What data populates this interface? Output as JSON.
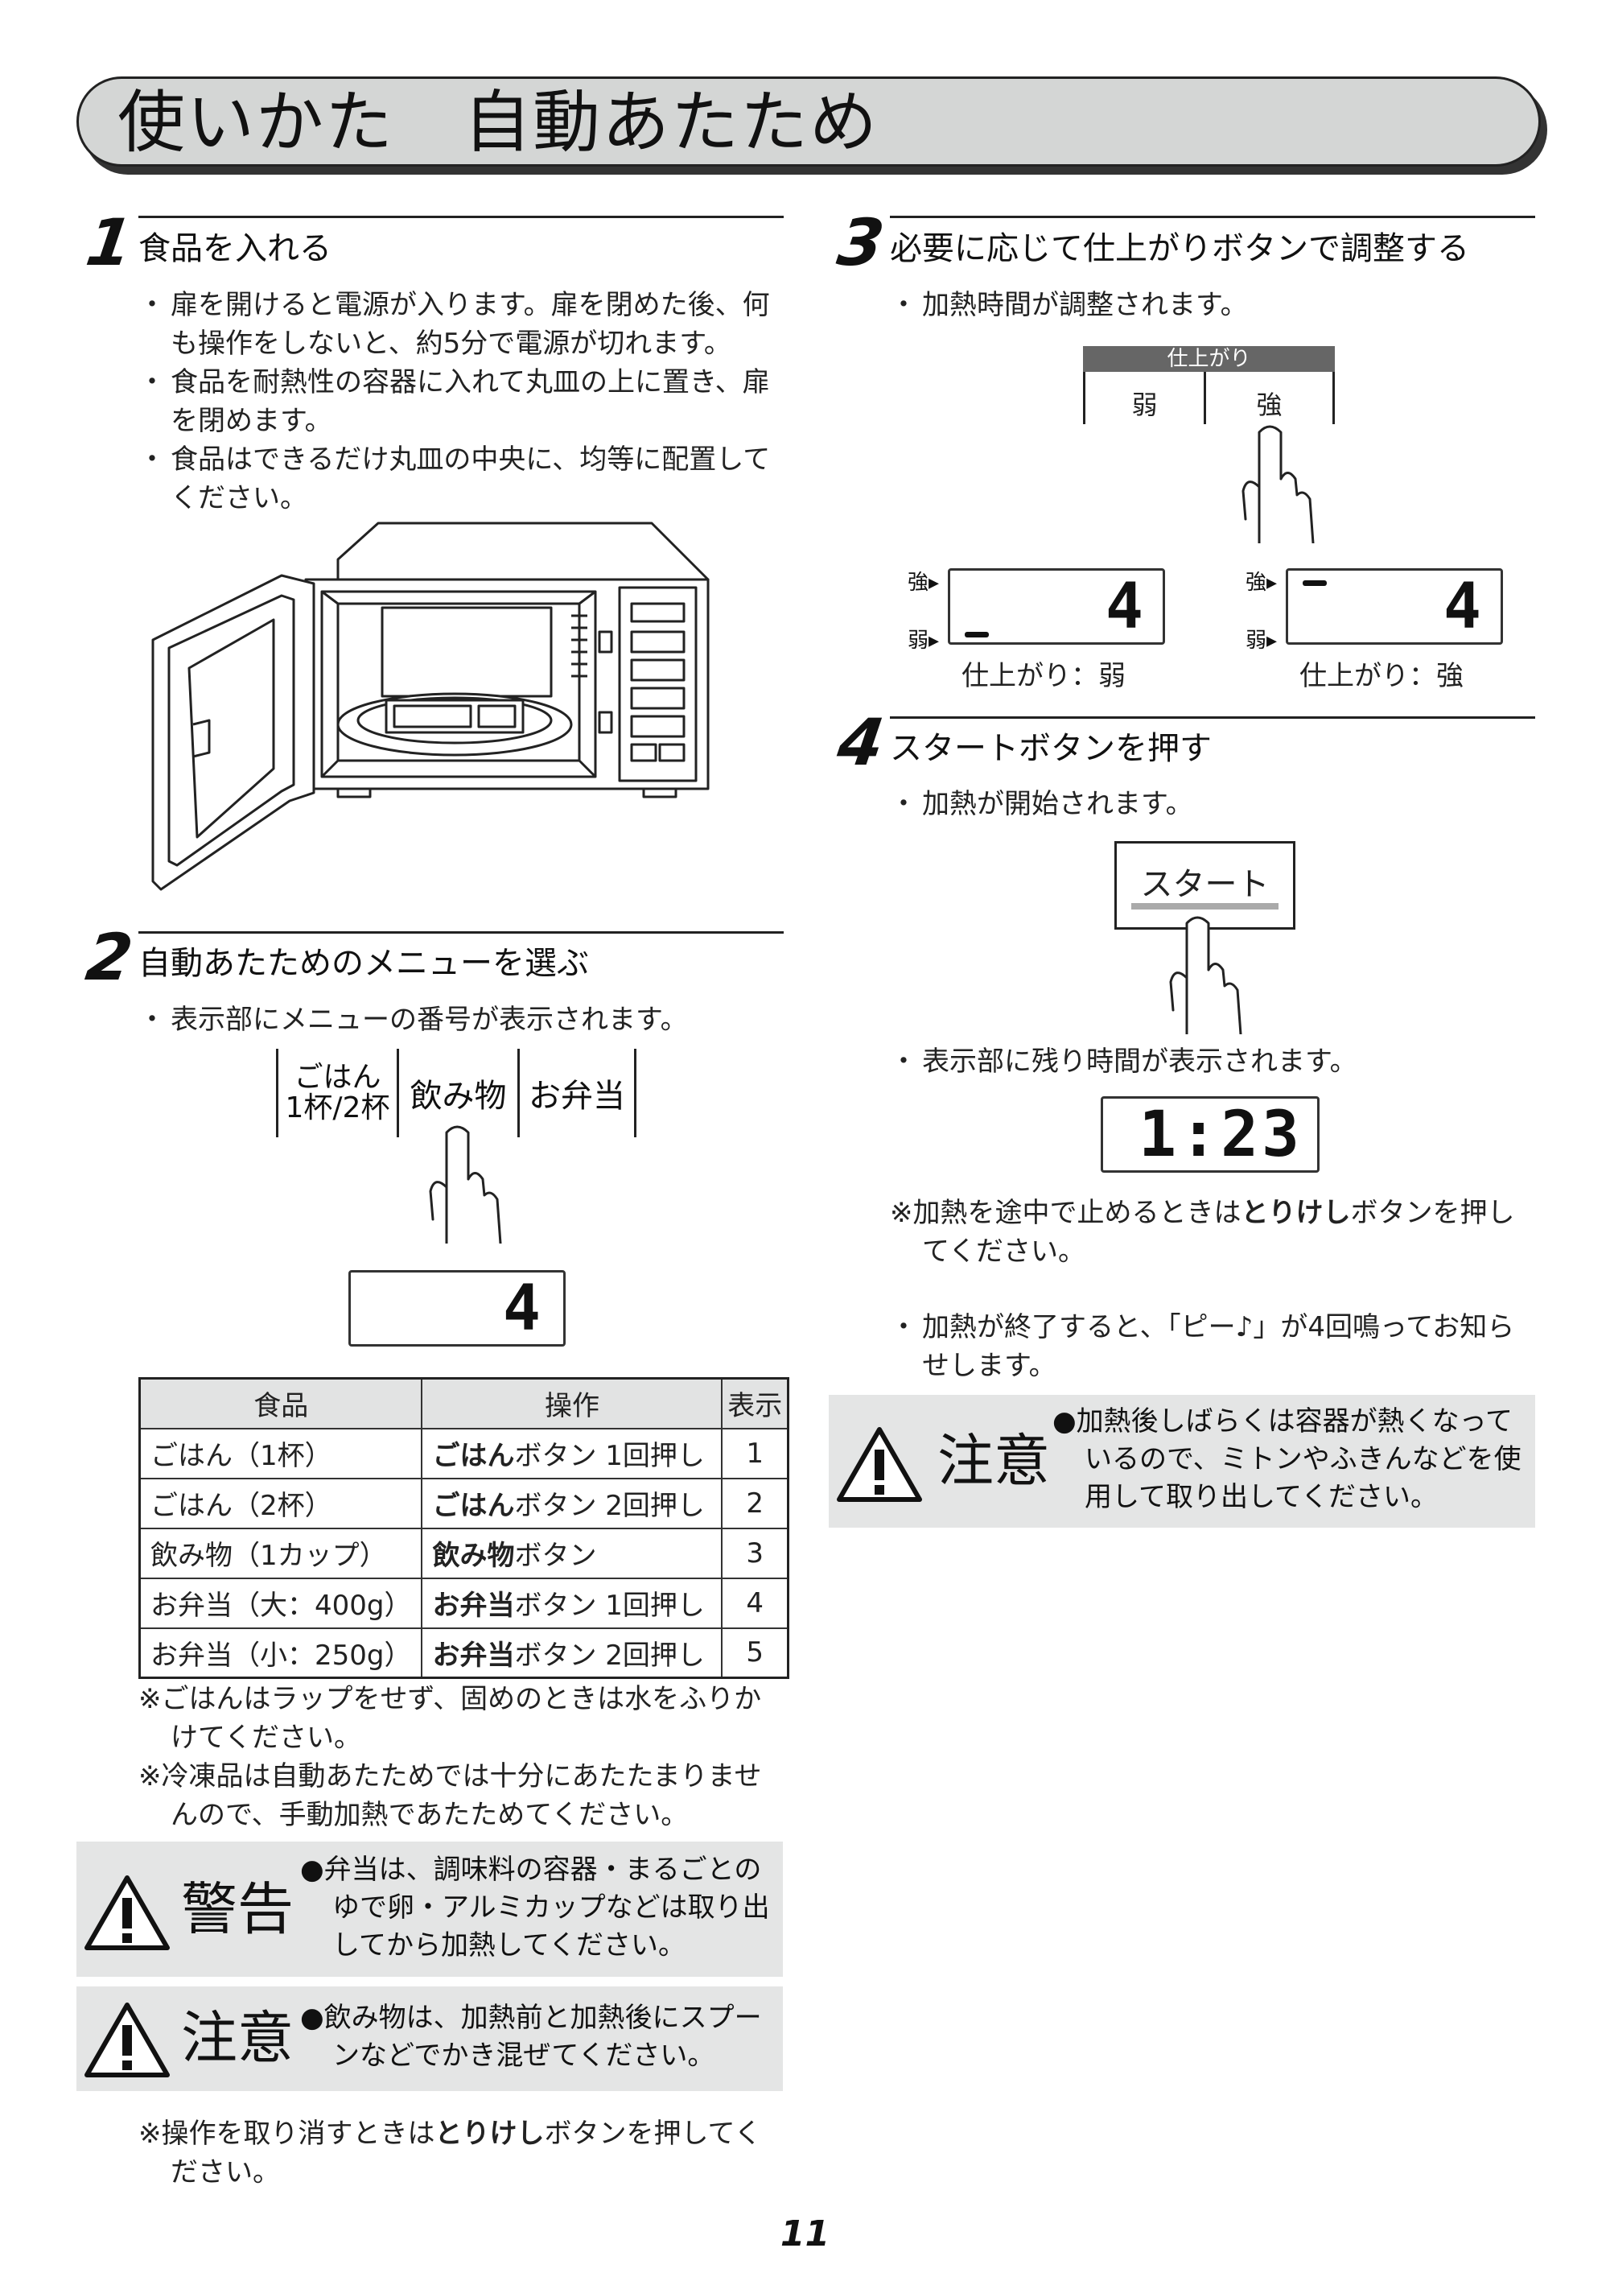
{
  "header": {
    "title": "使いかた　自動あたため"
  },
  "step1": {
    "number": "1",
    "title": "食品を入れる",
    "bullets": [
      [
        "扉を開けると電源が入ります。扉を閉めた後、何",
        "も操作をしないと、約5分で電源が切れます。"
      ],
      [
        "食品を耐熱性の容器に入れて丸皿の上に置き、扉",
        "を閉めます。"
      ],
      [
        "食品はできるだけ丸皿の中央に、均等に配置して",
        "ください。"
      ]
    ]
  },
  "step2": {
    "number": "2",
    "title": "自動あたためのメニューを選ぶ",
    "bullet": "表示部にメニューの番号が表示されます。",
    "buttons": {
      "rice_line1": "ごはん",
      "rice_line2": "1杯/2杯",
      "drink": "飲み物",
      "bento": "お弁当"
    },
    "display": "4"
  },
  "table": {
    "headers": [
      "食品",
      "操作",
      "表示"
    ],
    "rows": [
      {
        "food": "ごはん（1杯）",
        "op_bold": "ごはん",
        "op_rest": "ボタン 1回押し",
        "num": "1"
      },
      {
        "food": "ごはん（2杯）",
        "op_bold": "ごはん",
        "op_rest": "ボタン 2回押し",
        "num": "2"
      },
      {
        "food": "飲み物（1カップ）",
        "op_bold": "飲み物",
        "op_rest": "ボタン",
        "num": "3"
      },
      {
        "food": "お弁当（大：400g）",
        "op_bold": "お弁当",
        "op_rest": "ボタン 1回押し",
        "num": "4"
      },
      {
        "food": "お弁当（小：250g）",
        "op_bold": "お弁当",
        "op_rest": "ボタン 2回押し",
        "num": "5"
      }
    ]
  },
  "notes_left": [
    [
      "※ごはんはラップをせず、固めのときは水をふりか",
      "けてください。"
    ],
    [
      "※冷凍品は自動あたためでは十分にあたたまりませ",
      "んので、手動加熱であたためてください。"
    ]
  ],
  "warning": {
    "label": "警告",
    "lines": [
      "●弁当は、調味料の容器・まるごとの",
      "ゆで卵・アルミカップなどは取り出",
      "してから加熱してください。"
    ]
  },
  "caution_left": {
    "label": "注意",
    "lines": [
      "●飲み物は、加熱前と加熱後にスプー",
      "ンなどでかき混ぜてください。"
    ]
  },
  "cancel_note": {
    "line1_pre": "※操作を取り消すときは",
    "line1_bold": "とりけし",
    "line1_post": "ボタンを押してく",
    "line2": "ださい。"
  },
  "step3": {
    "number": "3",
    "title": "必要に応じて仕上がりボタンで調整する",
    "bullet": "加熱時間が調整されます。",
    "panel_label": "仕上がり",
    "weak": "弱",
    "strong": "強",
    "strong_marker": "強",
    "weak_marker": "弱",
    "display_value": "4",
    "caption_weak": "仕上がり：弱",
    "caption_strong": "仕上がり：強"
  },
  "step4": {
    "number": "4",
    "title": "スタートボタンを押す",
    "bullet1": "加熱が開始されます。",
    "start_label": "スタート",
    "bullet2": "表示部に残り時間が表示されます。",
    "time_display": "1:23",
    "stop_note": {
      "pre": "※加熱を途中で止めるときは",
      "bold": "とりけし",
      "post": "ボタンを押し",
      "line2": "てください。"
    },
    "end_note": [
      "加熱が終了すると、「ピー♪」が4回鳴ってお知ら",
      "せします。"
    ]
  },
  "caution_right": {
    "label": "注意",
    "lines": [
      "●加熱後しばらくは容器が熱くなって",
      "いるので、ミトンやふきんなどを使",
      "用して取り出してください。"
    ]
  },
  "page_number": "11"
}
